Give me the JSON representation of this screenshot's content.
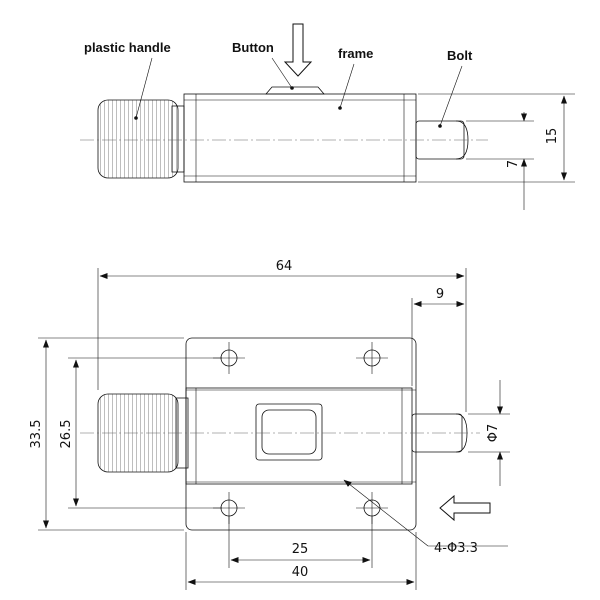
{
  "labels": {
    "plastic_handle": "plastic handle",
    "button": "Button",
    "frame": "frame",
    "bolt": "Bolt"
  },
  "dimensions": {
    "d15": "15",
    "d7": "7",
    "d64": "64",
    "d9": "9",
    "d33_5": "33.5",
    "d26_5": "26.5",
    "dphi7": "Φ7",
    "holes": "4-Φ3.3",
    "d25": "25",
    "d40": "40"
  },
  "colors": {
    "line": "#111111",
    "metal_light": "#f2f2f2",
    "metal_dark": "#9a9a9a",
    "knurl_dark": "#4a4a4a"
  }
}
